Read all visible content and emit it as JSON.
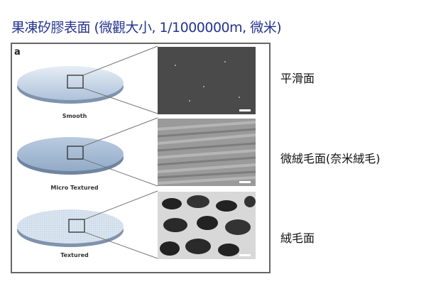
{
  "title": "果凍矽膠表面 (微觀大小, 1/1000000m, 微米)",
  "figure": {
    "panel_label": "a",
    "disks": [
      {
        "label": "Smooth"
      },
      {
        "label": "Micro Textured"
      },
      {
        "label": "Textured"
      }
    ]
  },
  "side_labels": [
    "平滑面",
    "微絨毛面(奈米絨毛)",
    "絨毛面"
  ],
  "colors": {
    "title": "#25338f",
    "disk_top": "#c5d4e6",
    "disk_edge": "#8fa3bd"
  }
}
